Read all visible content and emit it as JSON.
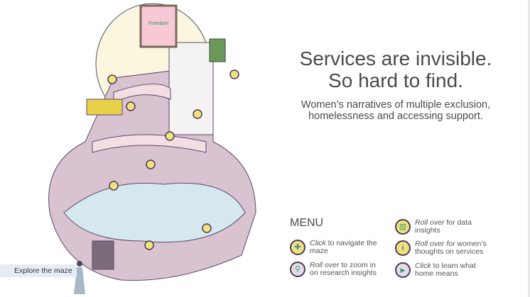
{
  "header": {
    "title_line1": "Services are invisible.",
    "title_line2": "So hard to find.",
    "subtitle_line1": "Women’s narratives of multiple exclusion,",
    "subtitle_line2": "homelessness and accessing support."
  },
  "poster": {
    "text": "Freedom"
  },
  "menu": {
    "heading": "MENU",
    "items": [
      {
        "em": "Click",
        "text": " to navigate the maze",
        "icon": "plus-icon"
      },
      {
        "em": "Roll over",
        "text": " to zoom in on research insights",
        "icon": "magnifier-icon"
      },
      {
        "em": "Roll over",
        "text": " for data insights",
        "icon": "bar-chart-icon"
      },
      {
        "em": "Roll over for",
        "text": " women’s thoughts on services",
        "icon": "info-icon"
      },
      {
        "em": "Click",
        "text": " to learn what home means",
        "icon": "play-icon"
      }
    ]
  },
  "explore": {
    "label": "Explore the maze"
  },
  "colors": {
    "coin": "#f3e27a",
    "wall": "#c9b2c2",
    "floor": "#f4dde3",
    "water": "#d5e8ef",
    "sky": "#fbf7df"
  }
}
